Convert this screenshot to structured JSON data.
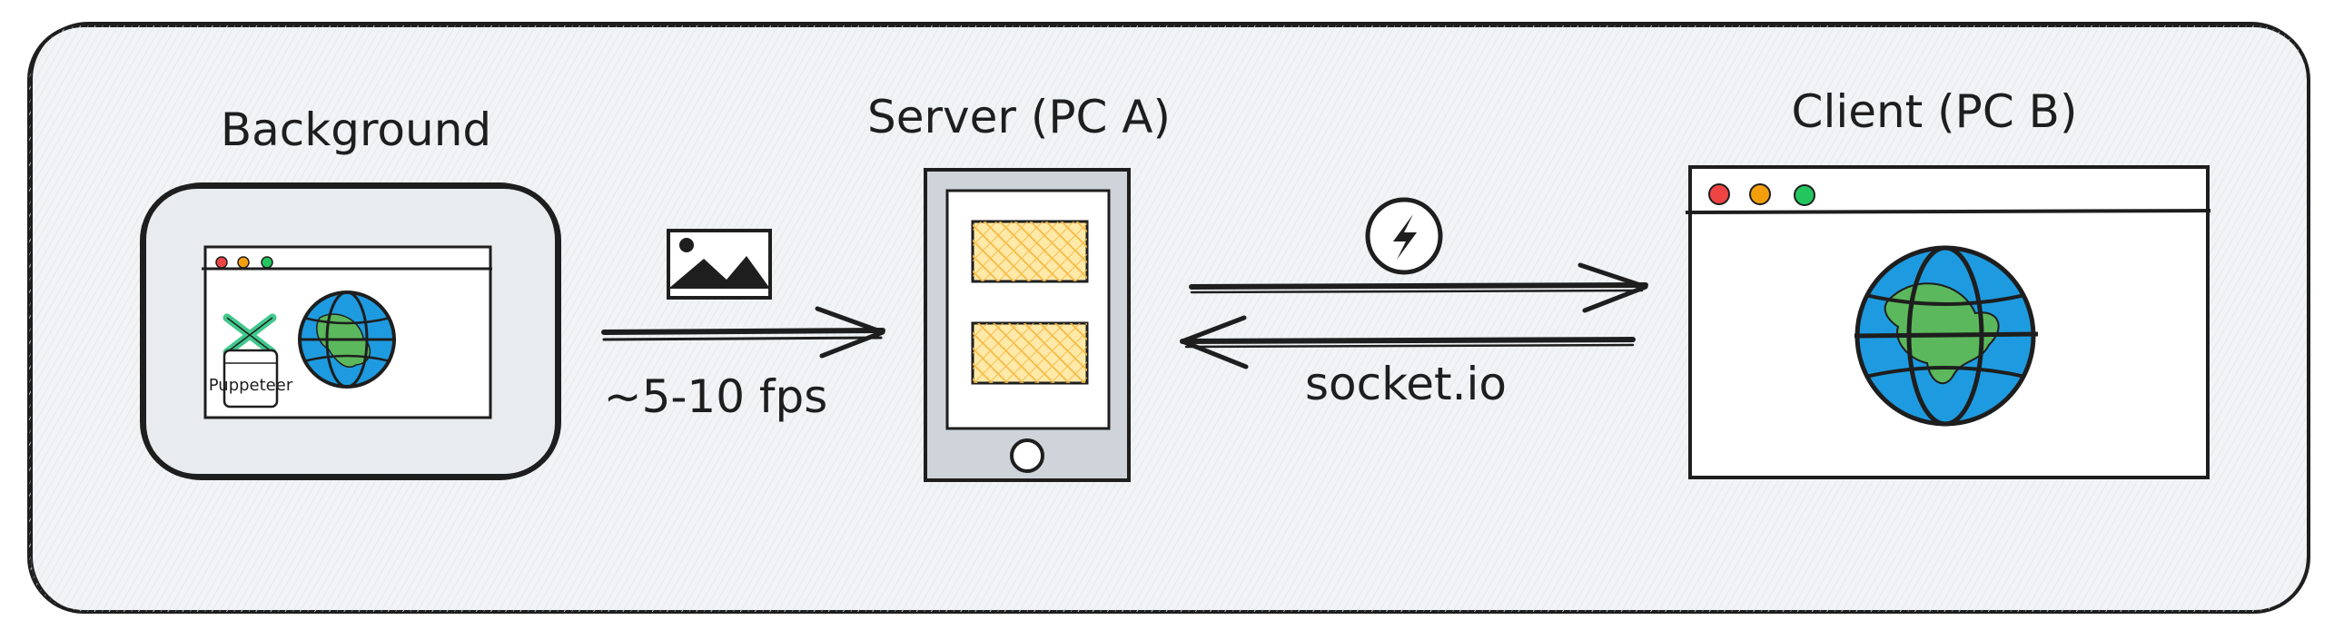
{
  "labels": {
    "background": "Background",
    "server": "Server (PC A)",
    "client": "Client (PC B)",
    "fps": "~5-10 fps",
    "socket": "socket.io",
    "puppeteer": "Puppeteer"
  },
  "icons": {
    "image": "image-icon",
    "socket": "socket-io-logo-icon",
    "globe": "globe-icon",
    "puppeteer": "puppeteer-logo-icon",
    "tablet": "tablet-device-icon"
  },
  "colors": {
    "stroke": "#1e1e1e",
    "panel_fill": "#f1f3f5",
    "device_fill": "#e9ecef",
    "card_fill": "#ffe9a8",
    "card_hatch": "#f5b942",
    "globe_ocean": "#1e9be0",
    "globe_land": "#5cb85c",
    "dot_red": "#ef4444",
    "dot_yellow": "#f59e0b",
    "dot_green": "#22c55e",
    "puppeteer_green": "#40c88c"
  }
}
